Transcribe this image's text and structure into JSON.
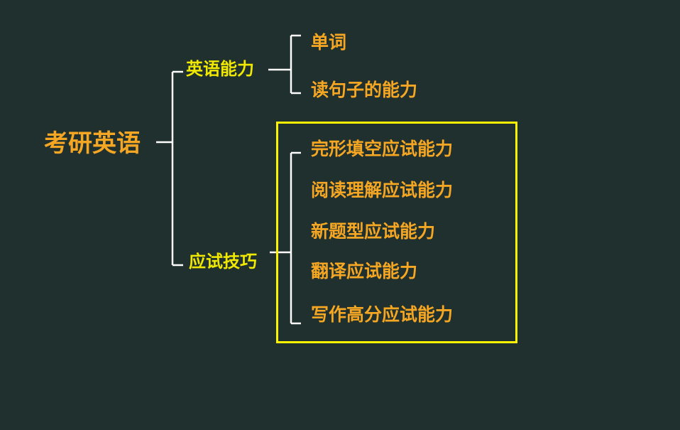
{
  "colors": {
    "background": "#1f302e",
    "root_text": "#f5a623",
    "branch_text": "#f0e800",
    "leaf_text": "#f5a623",
    "line": "#ffffff",
    "highlight_border": "#fff200"
  },
  "root": {
    "label": "考研英语"
  },
  "branches": [
    {
      "label": "英语能力",
      "children": [
        "单词",
        "读句子的能力"
      ]
    },
    {
      "label": "应试技巧",
      "children": [
        "完形填空应试能力",
        "阅读理解应试能力",
        "新题型应试能力",
        "翻译应试能力",
        "写作高分应试能力"
      ]
    }
  ]
}
